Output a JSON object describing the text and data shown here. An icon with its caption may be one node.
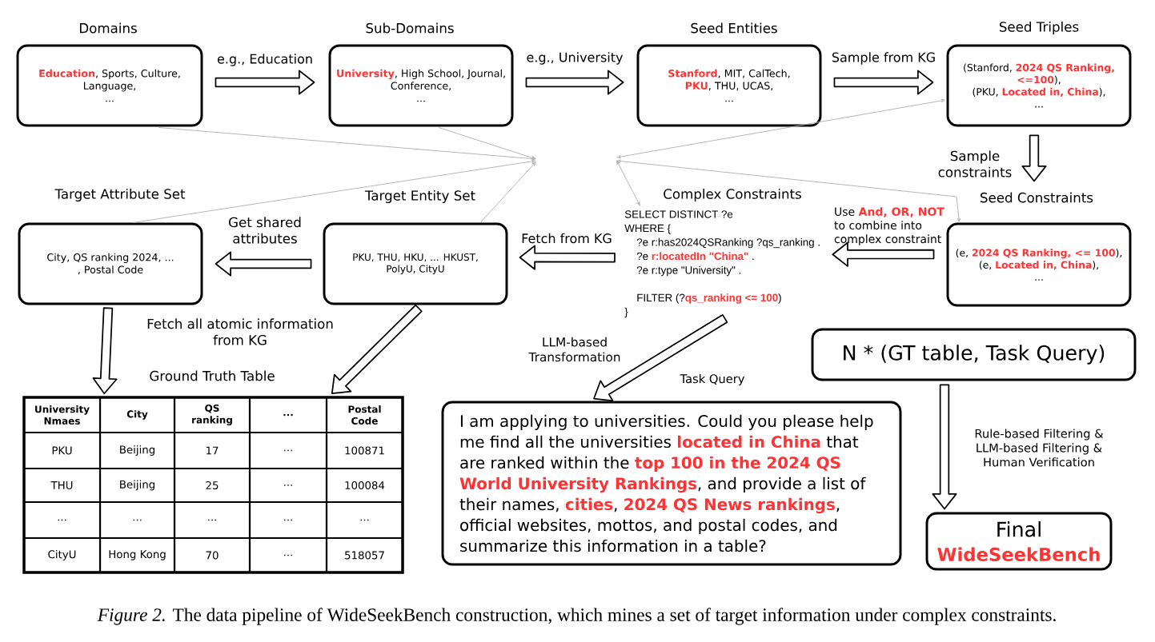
{
  "diagram": {
    "caption": "*Figure 2.* The data pipeline of WideSeekBench construction, which mines a set of target information under complex constraints.",
    "nodes": [
      {
        "text": [
          "Domains",
          "**Education**, Sports, Culture, Language,",
          "..."
        ]
      },
      {
        "text": [
          "Sub-Domains",
          "**University**, High School, Journal, Conference,",
          "..."
        ]
      },
      {
        "text": [
          "Seed Entities",
          "**Stanford**, MIT, CalTech, **PKU**, THU, UCAS,",
          "..."
        ]
      },
      {
        "text": [
          "Seed Triples",
          "(Stanford, **2024 QS Ranking, <=100**),",
          "(PKU, **Located in, China**),",
          "..."
        ]
      },
      {
        "text": [
          "Seed Constraints",
          "(e, **2024 QS Ranking, <= 100**),",
          "(e, **Located in, China**),",
          "..."
        ]
      },
      {
        "text": [
          "Complex Constraints",
          "SELECT DISTINCT ?e",
          "WHERE {",
          "?e r:has2024QSRanking ?qs_ranking .",
          "?e **r:locatedIn \"China\"** .",
          "?e r:type \"University\" .",
          "FILTER (?**qs_ranking <= 100**)",
          "}"
        ]
      },
      {
        "text": [
          "Target Entity Set",
          "PKU, THU, HKU, ... HKUST, PolyU, CityU"
        ]
      },
      {
        "text": [
          "Target Attribute Set",
          "City, QS ranking 2024, ... , Postal Code"
        ]
      },
      {
        "text": [
          "Ground Truth Table"
        ]
      },
      {
        "text": [
          "Task Query",
          "I am applying to universities. Could you please help me find all the universities **located in China** that are ranked within the **top 100 in the 2024 QS World University Rankings**, and provide a list of their names, **cities**, **2024 QS News rankings**, official websites, mottos, and postal codes, and summarize this information in a table?"
        ]
      },
      {
        "text": [
          "N * (GT table, Task Query)"
        ]
      },
      {
        "text": [
          "Final",
          "WideSeekBench"
        ]
      }
    ],
    "edges": [
      {
        "from": 0,
        "to": 1,
        "arrow": "to",
        "label": "e.g., Education"
      },
      {
        "from": 1,
        "to": 2,
        "arrow": "to",
        "label": "e.g., University"
      },
      {
        "from": 2,
        "to": 3,
        "arrow": "to",
        "label": "Sample from KG"
      },
      {
        "from": 3,
        "to": 4,
        "arrow": "to",
        "label": "Sample constraints"
      },
      {
        "from": 4,
        "to": 5,
        "arrow": "to",
        "label": "Use **And, OR, NOT** to combine into complex constraint"
      },
      {
        "from": 5,
        "to": 6,
        "arrow": "to",
        "label": "Fetch from KG"
      },
      {
        "from": 6,
        "to": 7,
        "arrow": "to",
        "label": "Get shared attributes"
      },
      {
        "from": 7,
        "to": 8,
        "arrow": "to"
      },
      {
        "from": 6,
        "to": 8,
        "arrow": "to"
      },
      {
        "from": 5,
        "to": 9,
        "arrow": "to",
        "label": "LLM-based Transformation"
      },
      {
        "from": 10,
        "to": 11,
        "arrow": "to",
        "label": "Rule-based Filtering & LLM-based Filtering & Human Verification"
      },
      {
        "from": 0,
        "to": null,
        "arrow": "to",
        "color": "#b0b0b0"
      },
      {
        "from": 1,
        "to": null,
        "arrow": "to",
        "color": "#b0b0b0"
      },
      {
        "from": 7,
        "to": null,
        "arrow": "to",
        "color": "#b0b0b0"
      },
      {
        "from": 6,
        "to": null,
        "arrow": "to",
        "color": "#b0b0b0"
      },
      {
        "from": null,
        "to": 3,
        "arrow": "both",
        "color": "#b0b0b0"
      },
      {
        "from": null,
        "to": 5,
        "arrow": "both",
        "color": "#b0b0b0"
      },
      {
        "from": null,
        "to": 4,
        "arrow": "both",
        "color": "#b0b0b0"
      }
    ],
    "labels": [
      "Fetch all atomic information from KG",
      "University Nmaes",
      "City",
      "QS ranking",
      "...",
      "Postal Code",
      "PKU",
      "Beijing",
      "17",
      "...",
      "100871",
      "THU",
      "Beijing",
      "25",
      "...",
      "100084",
      "...",
      "...",
      "...",
      "...",
      "...",
      "CityU",
      "Hong Kong",
      "70",
      "...",
      "518057"
    ]
  }
}
